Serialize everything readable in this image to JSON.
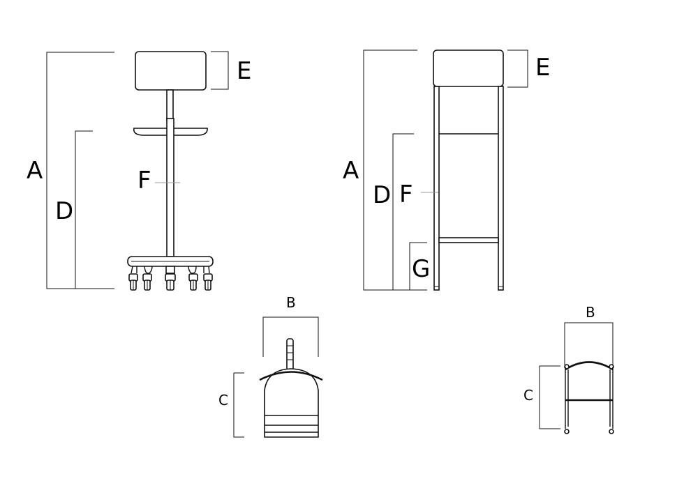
{
  "diagram": {
    "stool_front": {
      "labels": {
        "height_total": "A",
        "height_seat": "D",
        "seat_thickness": "E",
        "column": "F"
      }
    },
    "stool_side": {
      "labels": {
        "height_total": "A",
        "height_seat": "D",
        "seat_thickness": "E",
        "leg": "F",
        "footrest": "G"
      }
    },
    "stool_top_left": {
      "labels": {
        "width": "B",
        "depth": "C"
      }
    },
    "stool_top_right": {
      "labels": {
        "width": "B",
        "depth": "C"
      }
    },
    "colors": {
      "line": "#111111",
      "leader": "#9a9a9a",
      "background": "#ffffff"
    }
  }
}
